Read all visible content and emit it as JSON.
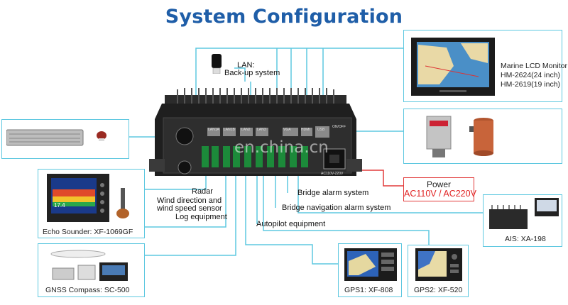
{
  "title": "System Configuration",
  "watermark": "en.china.cn",
  "lan": {
    "line1": "LAN:",
    "line2": "Back-up system"
  },
  "monitor": {
    "line1": "Marine LCD Monitor",
    "line2": "HM-2624(24 inch)",
    "line3": "HM-2619(19 inch)"
  },
  "power": {
    "label": "Power",
    "value": "AC110V / AC220V"
  },
  "echo": {
    "caption": "Echo Sounder: XF-1069GF",
    "screen": "17.4"
  },
  "gnss": {
    "caption": "GNSS Compass: SC-500"
  },
  "ais": {
    "caption": "AIS: XA-198"
  },
  "gps1": {
    "caption": "GPS1: XF-808"
  },
  "gps2": {
    "caption": "GPS2: XF-520"
  },
  "labels": {
    "radar": "Radar",
    "wind1": "Wind direction and",
    "wind2": "wind speed sensor",
    "log": "Log equipment",
    "autopilot": "Autopilot equipment",
    "bridge_alarm": "Bridge alarm system",
    "bridge_nav": "Bridge navigation alarm system"
  },
  "ports": {
    "p1": "LAN1A",
    "p2": "LAN1B",
    "p3": "LAN2",
    "p4": "LAN3",
    "p5": "VGA",
    "p6": "HDMI",
    "p7": "USB",
    "p8": "ON/OFF",
    "p9": "AC110V-220V"
  },
  "colors": {
    "title": "#1f5ea8",
    "wire": "#5ec8e0",
    "power_wire": "#e23b3b",
    "power_text": "#e12323"
  }
}
